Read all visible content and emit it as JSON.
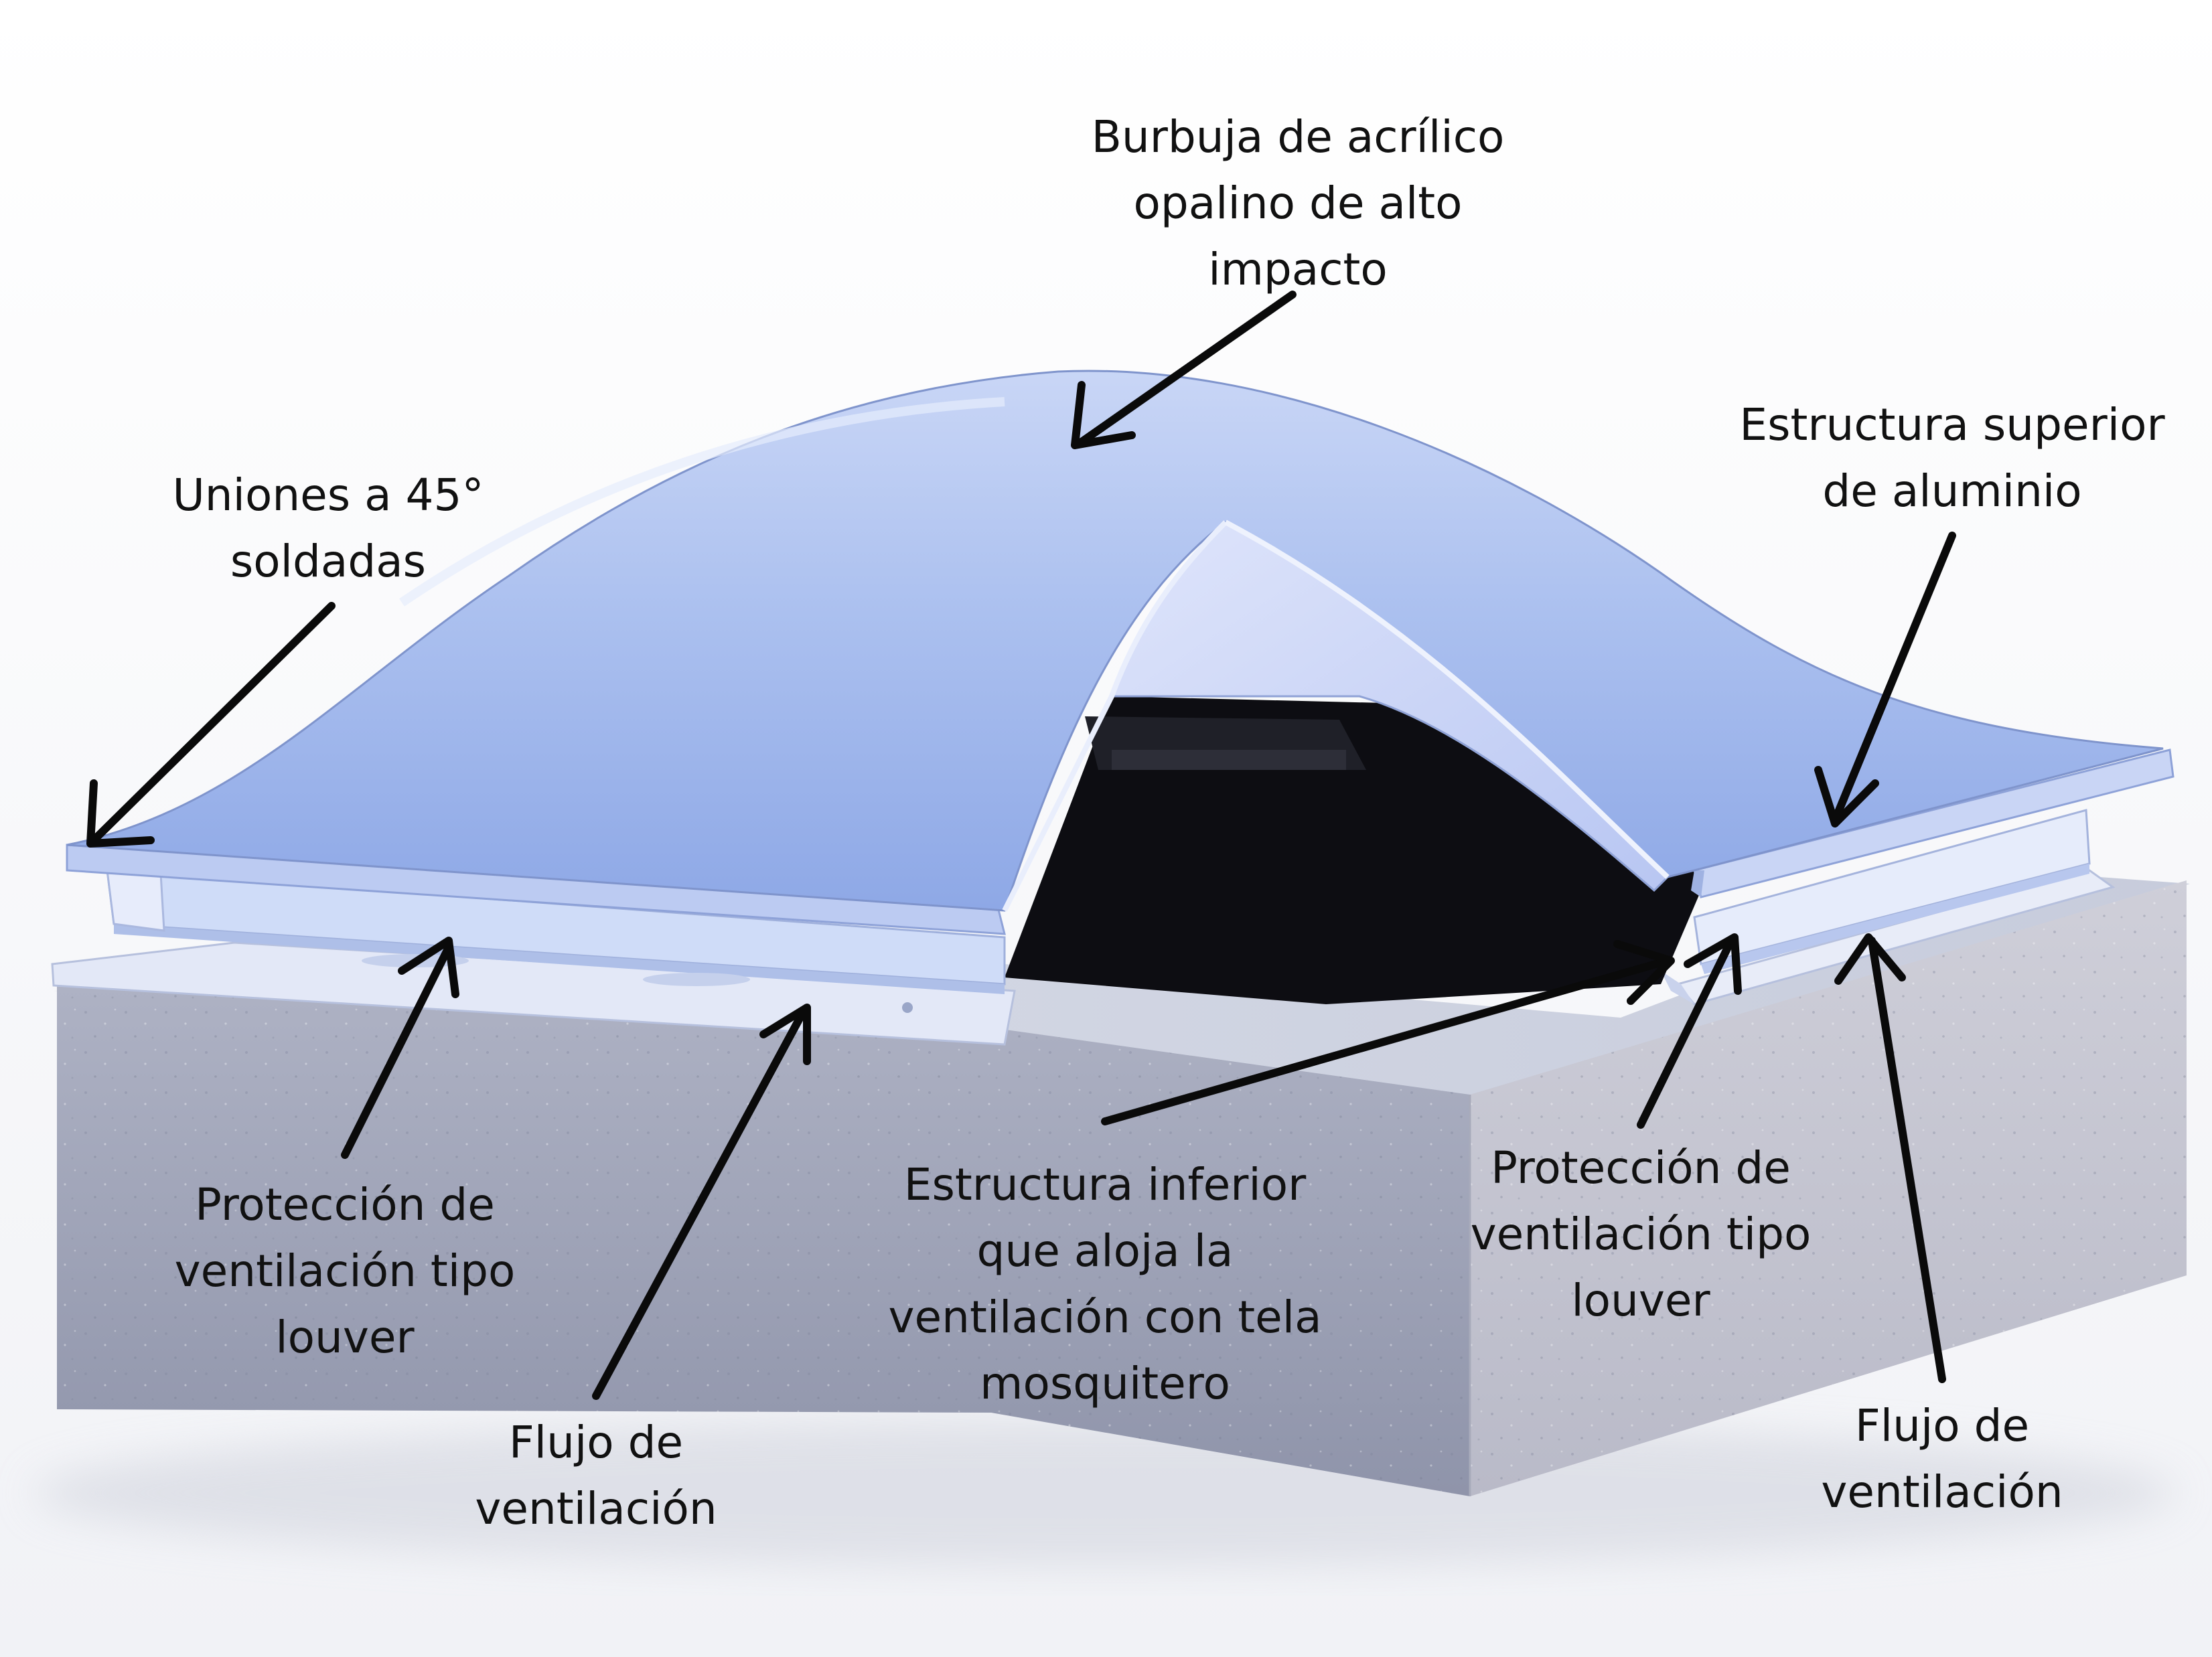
{
  "labels": {
    "burbuja": {
      "line1": "Burbuja de acrílico",
      "line2": "opalino de alto",
      "line3": "impacto"
    },
    "uniones": {
      "line1": "Uniones  a 45°",
      "line2": "soldadas"
    },
    "estructura_superior": {
      "line1": "Estructura superior",
      "line2": "de aluminio"
    },
    "proteccion_izq": {
      "line1": "Protección de",
      "line2": "ventilación tipo",
      "line3": "louver"
    },
    "flujo_izq": {
      "line1": "Flujo de",
      "line2": "ventilación"
    },
    "estructura_inferior": {
      "line1": "Estructura inferior",
      "line2": "que aloja la",
      "line3": "ventilación con tela",
      "line4": "mosquitero"
    },
    "proteccion_der": {
      "line1": "Protección de",
      "line2": "ventilación tipo",
      "line3": "louver"
    },
    "flujo_der": {
      "line1": "Flujo de",
      "line2": "ventilación"
    }
  },
  "colors": {
    "dome": "#a9bff0",
    "frame": "#d4ddf7",
    "concrete": "#9a9fb4",
    "interior": "#0d0d12",
    "arrow": "#0a0a0a"
  }
}
